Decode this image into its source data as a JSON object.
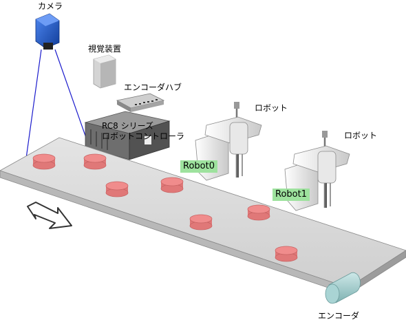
{
  "labels": {
    "camera": "カメラ",
    "vision": "視覚装置",
    "encoder_hub": "エンコーダハブ",
    "controller_line1": "RC8 シリーズ",
    "controller_line2": "ロボットコントローラ",
    "robot_a": "ロボット",
    "robot_b": "ロボット",
    "encoder": "エンコーダ"
  },
  "robots": [
    {
      "tag": "Robot0"
    },
    {
      "tag": "Robot1"
    }
  ],
  "colors": {
    "camera": "#1d5fd6",
    "belt_top": "#d6d6d6",
    "belt_side": "#a8a8a8",
    "workpiece": "#f08c8c",
    "robot_tag": "#9ee29e",
    "encoder": "#a9d4d4",
    "view_line": "#1a1acc"
  }
}
